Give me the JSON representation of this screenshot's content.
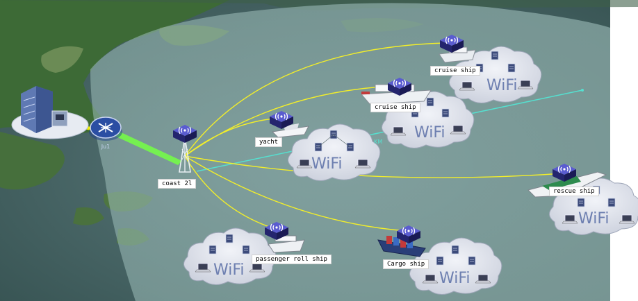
{
  "colors": {
    "sea": "#4a6a6e",
    "coverage": "#8fb0ae",
    "land": "#3f6b3a",
    "link": "#f2ee2a",
    "backhaul": "#55e0d0",
    "cloud": "#dfe3ec",
    "router": "#2e2f8f"
  },
  "labels": {
    "router_mark": "Ju1",
    "coast_station": "coast 2l",
    "yacht": "yacht",
    "cruise_ship_1": "cruise ship",
    "cruise_ship_2": "cruise ship",
    "rescue_ship": "rescue ship",
    "passenger_roll_ship": "passenger roll ship",
    "cargo_ship": "Cargo ship",
    "km_mark": "KM"
  },
  "clouds": {
    "yacht_wifi": "WiFi",
    "cruise_1_wifi": "WiFi",
    "cruise_2_wifi": "WiFi",
    "rescue_wifi": "WiFi",
    "passenger_wifi": "WiFi",
    "cargo_wifi": "WiFi"
  },
  "icons": {
    "datacenter": "building-icon",
    "core_router": "router-icon",
    "tower": "antenna-tower-icon",
    "ship_ap": "wireless-ap-icon",
    "terminal": "laptop-icon"
  }
}
